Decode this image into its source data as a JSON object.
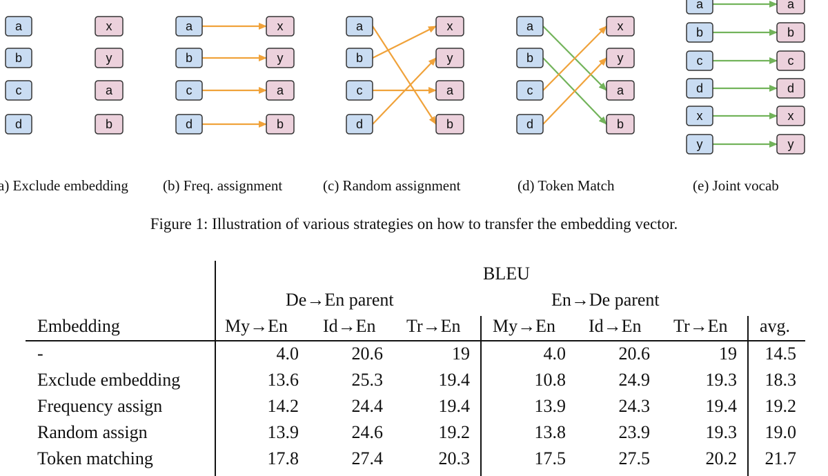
{
  "figure": {
    "panels": [
      {
        "id": "a",
        "caption": "(a) Exclude embedding",
        "src": [
          "a",
          "b",
          "c",
          "d"
        ],
        "tgt": [
          "x",
          "y",
          "a",
          "b"
        ],
        "links": []
      },
      {
        "id": "b",
        "caption": "(b) Freq. assignment",
        "src": [
          "a",
          "b",
          "c",
          "d"
        ],
        "tgt": [
          "x",
          "y",
          "a",
          "b"
        ],
        "links": [
          [
            0,
            0
          ],
          [
            1,
            1
          ],
          [
            2,
            2
          ],
          [
            3,
            3
          ]
        ],
        "color": "#f0a23a"
      },
      {
        "id": "c",
        "caption": "(c) Random assignment",
        "src": [
          "a",
          "b",
          "c",
          "d"
        ],
        "tgt": [
          "x",
          "y",
          "a",
          "b"
        ],
        "links": [
          [
            0,
            3
          ],
          [
            1,
            0
          ],
          [
            2,
            2
          ],
          [
            3,
            1
          ]
        ],
        "color": "#f0a23a"
      },
      {
        "id": "d",
        "caption": "(d) Token Match",
        "src": [
          "a",
          "b",
          "c",
          "d"
        ],
        "tgt": [
          "x",
          "y",
          "a",
          "b"
        ],
        "links": [
          [
            0,
            2
          ],
          [
            1,
            3
          ],
          [
            2,
            0
          ],
          [
            3,
            1
          ]
        ],
        "colors": [
          "#72b35a",
          "#72b35a",
          "#f0a23a",
          "#f0a23a"
        ]
      },
      {
        "id": "e",
        "caption": "(e) Joint vocab",
        "src": [
          "a",
          "b",
          "c",
          "d",
          "x",
          "y"
        ],
        "tgt": [
          "a",
          "b",
          "c",
          "d",
          "x",
          "y"
        ],
        "links": [
          [
            0,
            0
          ],
          [
            1,
            1
          ],
          [
            2,
            2
          ],
          [
            3,
            3
          ],
          [
            4,
            4
          ],
          [
            5,
            5
          ]
        ],
        "color": "#72b35a"
      }
    ],
    "caption": "Figure 1: Illustration of various strategies on how to transfer the embedding vector."
  },
  "table": {
    "group_header": "BLEU",
    "parents": [
      "De→En parent",
      "En→De parent"
    ],
    "row_header": "Embedding",
    "columns": [
      "My→En",
      "Id→En",
      "Tr→En",
      "My→En",
      "Id→En",
      "Tr→En",
      "avg."
    ],
    "rows": [
      {
        "name": "-",
        "values": [
          "4.0",
          "20.6",
          "19",
          "4.0",
          "20.6",
          "19",
          "14.5"
        ]
      },
      {
        "name": "Exclude embedding",
        "values": [
          "13.6",
          "25.3",
          "19.4",
          "10.8",
          "24.9",
          "19.3",
          "18.3"
        ]
      },
      {
        "name": "Frequency assign",
        "values": [
          "14.2",
          "24.4",
          "19.4",
          "13.9",
          "24.3",
          "19.4",
          "19.2"
        ]
      },
      {
        "name": "Random assign",
        "values": [
          "13.9",
          "24.6",
          "19.2",
          "13.8",
          "23.9",
          "19.3",
          "19.0"
        ]
      },
      {
        "name": "Token matching",
        "values": [
          "17.8",
          "27.4",
          "20.3",
          "17.5",
          "27.5",
          "20.2",
          "21.7"
        ]
      }
    ]
  }
}
